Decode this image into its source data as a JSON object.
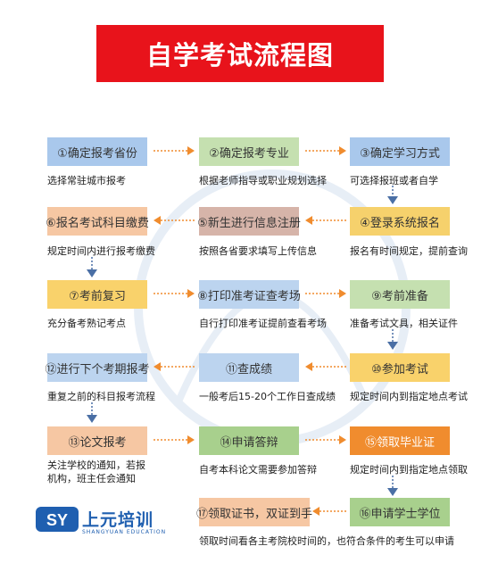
{
  "title": "自学考试流程图",
  "steps": [
    {
      "label": "①确定报考省份",
      "desc": "选择常驻城市报考"
    },
    {
      "label": "②确定报考专业",
      "desc": "根据老师指导或职业规划选择"
    },
    {
      "label": "③确定学习方式",
      "desc": "可选择报班或者自学"
    },
    {
      "label": "④登录系统报名",
      "desc": "报名有时间规定，提前查询"
    },
    {
      "label": "⑤新生进行信息注册",
      "desc": "按照各省要求填写上传信息"
    },
    {
      "label": "⑥报名考试科目缴费",
      "desc": "规定时间内进行报考缴费"
    },
    {
      "label": "⑦考前复习",
      "desc": "充分备考熟记考点"
    },
    {
      "label": "⑧打印准考证查考场",
      "desc": "自行打印准考证提前查看考场"
    },
    {
      "label": "⑨考前准备",
      "desc": "准备考试文具，相关证件"
    },
    {
      "label": "⑩参加考试",
      "desc": "规定时间内到指定地点考试"
    },
    {
      "label": "⑪查成绩",
      "desc": "一般考后15-20个工作日查成绩"
    },
    {
      "label": "⑫进行下个考期报考",
      "desc": "重复之前的科目报考流程"
    },
    {
      "label": "⑬论文报考",
      "desc": "关注学校的通知，若报机构，班主任会通知"
    },
    {
      "label": "⑭申请答辩",
      "desc": "自考本科论文需要参加答辩"
    },
    {
      "label": "⑮领取毕业证",
      "desc": "规定时间内到指定地点领取"
    },
    {
      "label": "⑯申请学士学位",
      "desc": "领取时间看各主考院校时间的，也符合条件的考生可以申请"
    },
    {
      "label": "⑰领取证书，双证到手",
      "desc": ""
    }
  ],
  "logo": {
    "name": "上元培训",
    "sub": "SHANGYUAN EDUCATION",
    "mark": "SY"
  },
  "colors": {
    "title_bg": "#e8131b",
    "arrow": "#f08c2e",
    "down_arrow": "#4a6fa5"
  }
}
